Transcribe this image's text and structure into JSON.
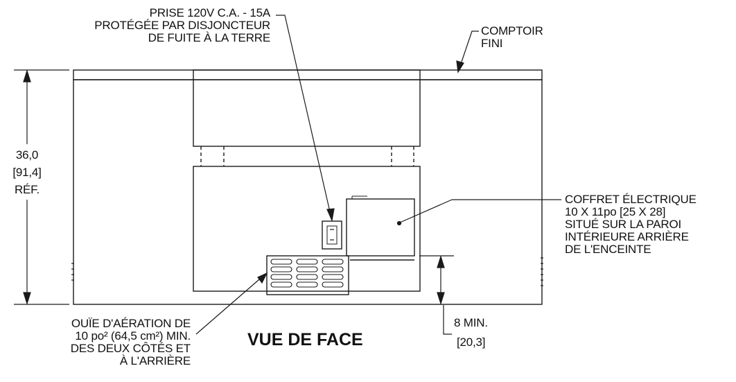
{
  "title": "VUE DE FACE",
  "labels": {
    "outlet": [
      "PRISE 120V C.A. - 15A",
      "PROTÉGÉE PAR DISJONCTEUR",
      "DE FUITE À LA TERRE"
    ],
    "counter": [
      "COMPTOIR",
      "FINI"
    ],
    "height": [
      "36,0",
      "[91,4]",
      "RÉF."
    ],
    "junction_box": [
      "COFFRET ÉLECTRIQUE",
      "10 X 11po [25 X 28]",
      "SITUÉ SUR LA PAROI",
      "INTÉRIEURE ARRIÈRE",
      "DE L'ENCEINTE"
    ],
    "vent": [
      "OUÏE D'AÉRATION DE",
      "10 po² (64,5 cm²) MIN.",
      "DES DEUX CÔTÉS ET",
      "À L'ARRIÈRE"
    ],
    "min_clearance": [
      "8 MIN.",
      "[20,3]"
    ]
  },
  "colors": {
    "line": "#1a1a1a",
    "background": "#ffffff"
  }
}
